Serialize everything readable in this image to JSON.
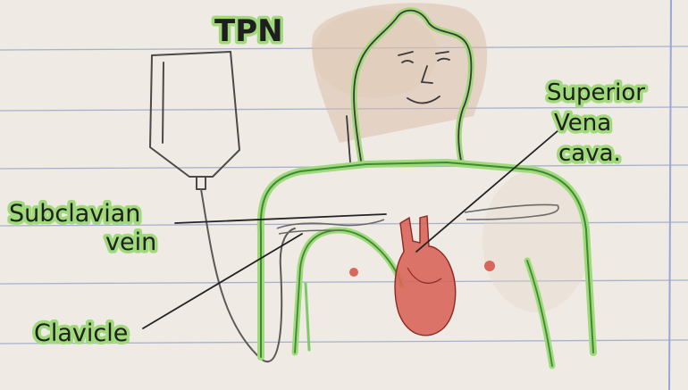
{
  "diagram": {
    "title": "TPN",
    "labels": {
      "superior_vena_cava": [
        "Superior",
        "Vena",
        "cava."
      ],
      "subclavian_vein": [
        "Subclavian",
        "vein"
      ],
      "clavicle": "Clavicle"
    }
  },
  "colors": {
    "paper": "#efeae4",
    "ruled_line": "#8f9fc4",
    "margin_line": "#9aa7d6",
    "highlighter_green": "#9fd97a",
    "outline_green": "#55b84a",
    "pencil": "#4a4a4a",
    "heart_red": "#d9665a",
    "hair_tint": "#d8b9a0"
  }
}
